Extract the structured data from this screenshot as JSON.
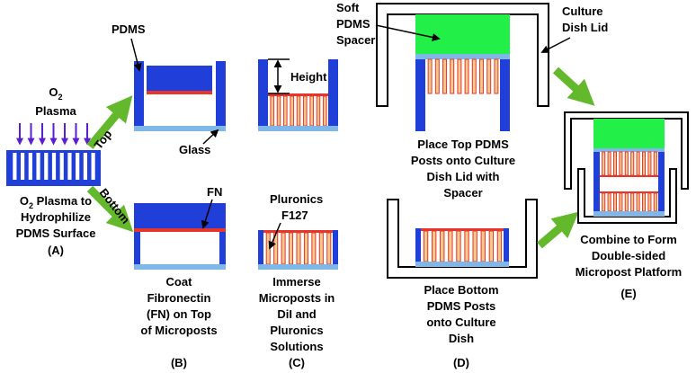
{
  "colors": {
    "pdms": "#1f3fd8",
    "glass": "#7fb7e8",
    "fn": "#e8352b",
    "post_fill": "#ffffff",
    "pluronic_post": "#f3c98c",
    "spacer": "#22ef47",
    "arrow_green": "#63b82b",
    "plasma_arrow": "#5a1fd0",
    "dish": "#000000"
  },
  "labels": {
    "o2_main": "O",
    "o2_sub": "2",
    "plasma": "Plasma",
    "top": "Top",
    "bottom": "Bottom",
    "a_line1_main": "O",
    "a_line1_sub": "2",
    "a_line1_rest": " Plasma to",
    "a_line2": "Hydrophilize",
    "a_line3": "PDMS Surface",
    "a_tag": "(A)",
    "pdms": "PDMS",
    "glass": "Glass",
    "fn": "FN",
    "b_line1": "Coat",
    "b_line2": "Fibronectin",
    "b_line3": "(FN) on Top",
    "b_line4": "of Microposts",
    "b_tag": "(B)",
    "height": "Height",
    "pluronics_line1": "Pluronics",
    "pluronics_line2": "F127",
    "c_line1": "Immerse",
    "c_line2": "Microposts in",
    "c_line3": "DiI and",
    "c_line4": "Pluronics",
    "c_line5": "Solutions",
    "c_tag": "(C)",
    "soft_line1": "Soft",
    "soft_line2": "PDMS",
    "soft_line3": "Spacer",
    "lid_line1": "Culture",
    "lid_line2": "Dish Lid",
    "d_top_line1": "Place Top PDMS",
    "d_top_line2": "Posts onto Culture",
    "d_top_line3": "Dish Lid with",
    "d_top_line4": "Spacer",
    "d_bot_line1": "Place Bottom",
    "d_bot_line2": "PDMS Posts",
    "d_bot_line3": "onto Culture",
    "d_bot_line4": "Dish",
    "d_tag": "(D)",
    "e_line1": "Combine to Form",
    "e_line2": "Double-sided",
    "e_line3": "Micropost Platform",
    "e_tag": "(E)"
  }
}
